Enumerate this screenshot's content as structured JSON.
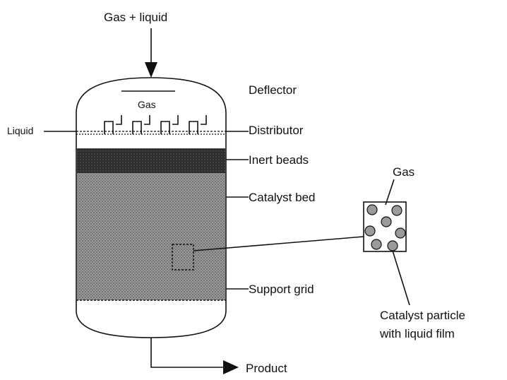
{
  "labels": {
    "inlet": "Gas + liquid",
    "deflector": "Deflector",
    "gas_inside": "Gas",
    "liquid": "Liquid",
    "distributor": "Distributor",
    "inert_beads": "Inert beads",
    "catalyst_bed": "Catalyst bed",
    "support_grid": "Support grid",
    "product": "Product",
    "inset_gas": "Gas",
    "catalyst_particle_line1": "Catalyst particle",
    "catalyst_particle_line2": "with liquid film"
  },
  "colors": {
    "ink": "#111111",
    "inert_beads_fill": "#3a3a3a",
    "catalyst_bed_fill": "#8a8a8a",
    "particle_fill": "#9a9a9a",
    "background": "#ffffff"
  }
}
